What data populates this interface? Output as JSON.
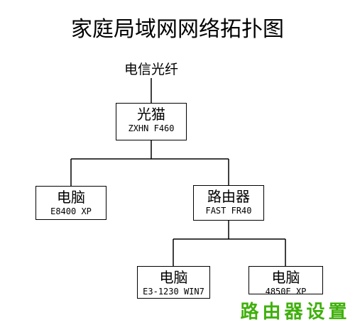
{
  "title": "家庭局域网网络拓扑图",
  "source": "电信光纤",
  "nodes": {
    "modem": {
      "name": "光猫",
      "model": "ZXHN F460"
    },
    "pc1": {
      "name": "电脑",
      "model": "E8400 XP"
    },
    "router": {
      "name": "路由器",
      "model": "FAST FR40"
    },
    "pc2": {
      "name": "电脑",
      "model": "E3-1230 WIN7"
    },
    "pc3": {
      "name": "电脑",
      "model": "4850E XP"
    }
  },
  "watermark": "路由器设置",
  "colors": {
    "line": "#000000",
    "watermark": "#3fb00b"
  }
}
